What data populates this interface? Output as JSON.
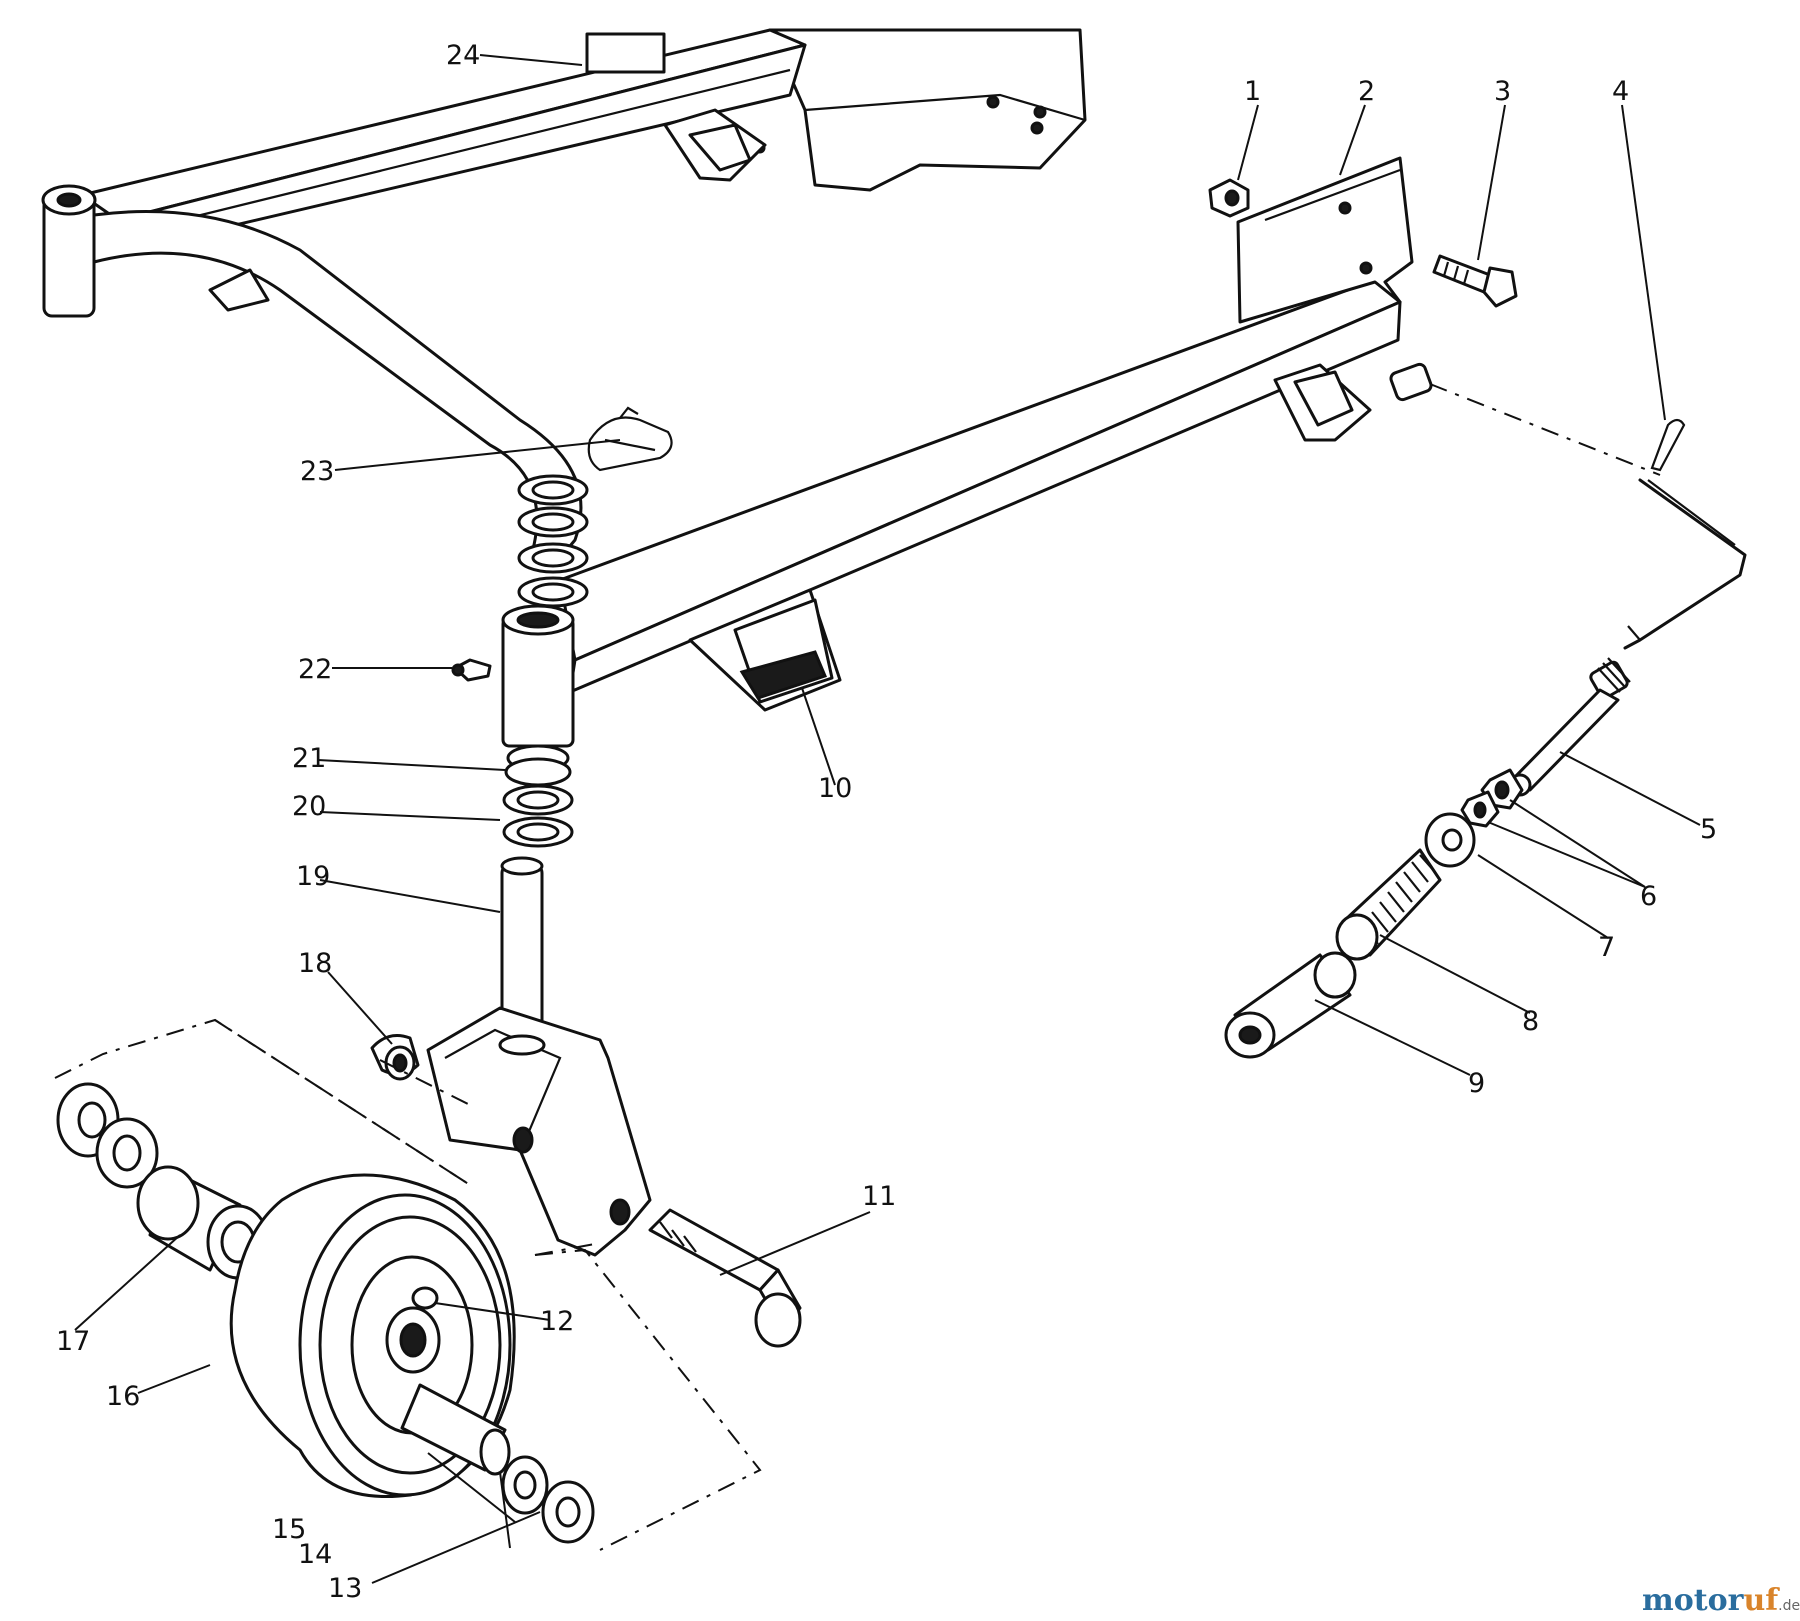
{
  "callouts": {
    "c1": "1",
    "c2": "2",
    "c3": "3",
    "c4": "4",
    "c5": "5",
    "c6": "6",
    "c7": "7",
    "c8": "8",
    "c9": "9",
    "c10": "10",
    "c11": "11",
    "c12": "12",
    "c13": "13",
    "c14": "14",
    "c15": "15",
    "c16": "16",
    "c17": "17",
    "c18": "18",
    "c19": "19",
    "c20": "20",
    "c21": "21",
    "c22": "22",
    "c23": "23",
    "c24": "24"
  },
  "watermark": {
    "brand_main": "motor",
    "brand_accent": "uf",
    "brand_suffix": ".de"
  },
  "colors": {
    "line": "#111111",
    "background": "#ffffff",
    "watermark_blue": "#2a6d9e",
    "watermark_orange": "#d9842b"
  }
}
